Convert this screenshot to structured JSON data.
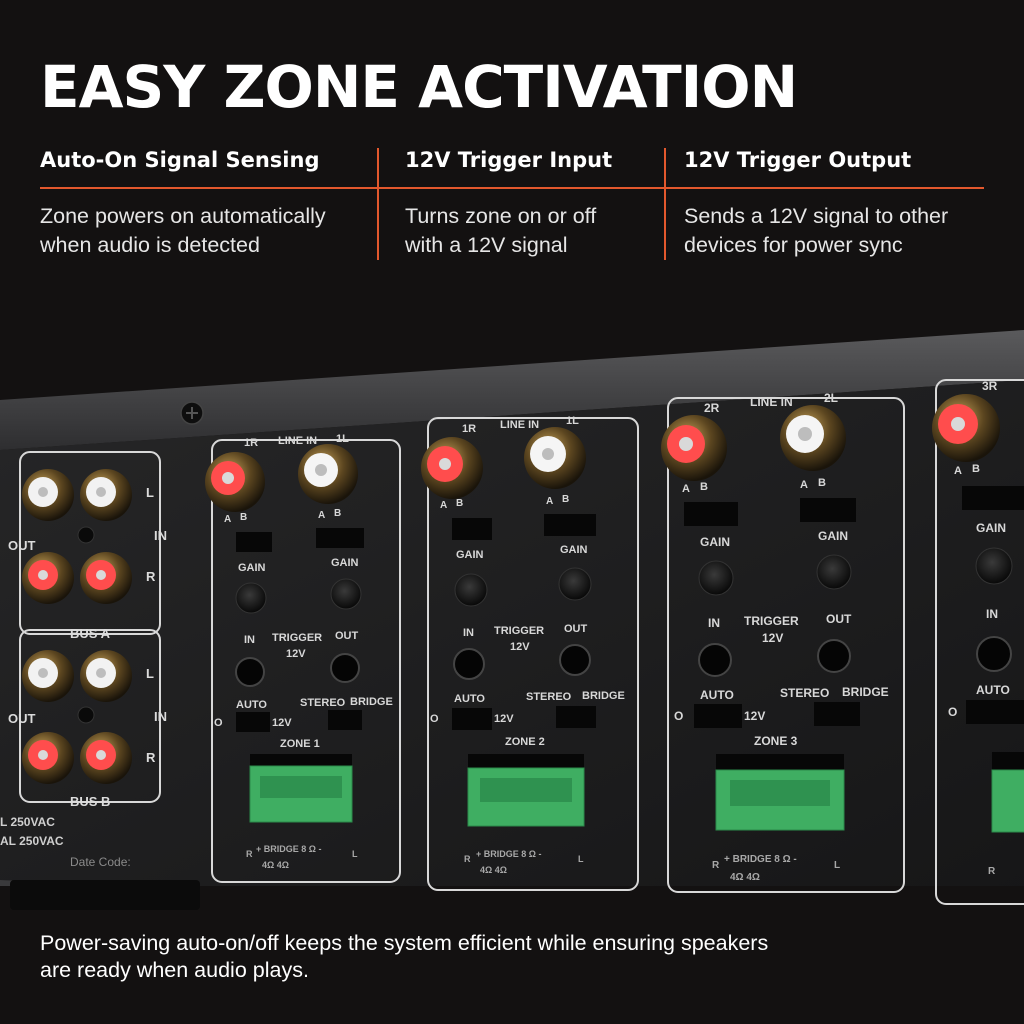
{
  "headline": "EASY ZONE ACTIVATION",
  "features": [
    {
      "title": "Auto-On Signal Sensing",
      "description_line1": "Zone powers on automatically",
      "description_line2": "when audio is detected"
    },
    {
      "title": "12V Trigger Input",
      "description_line1": "Turns zone on or off",
      "description_line2": "with a 12V signal"
    },
    {
      "title": "12V Trigger Output",
      "description_line1": "Sends a 12V signal to other",
      "description_line2": "devices for power sync"
    }
  ],
  "caption_line1": "Power-saving auto-on/off keeps the system efficient while ensuring speakers",
  "caption_line2": "are ready when audio plays.",
  "colors": {
    "accent": "#e3582d",
    "background": "#131111",
    "panel": "#1d1d1e",
    "terminal": "#3fae62",
    "jack_red": "#ff3c3c"
  },
  "panel": {
    "bus_labels": [
      "BUS A",
      "BUS B"
    ],
    "side_labels": {
      "out": "OUT",
      "in": "IN",
      "left": "L",
      "right": "R"
    },
    "voltage_lines": [
      "L 250VAC",
      "AL 250VAC"
    ],
    "date_code": "Date Code:",
    "zones": [
      {
        "name": "ZONE 1",
        "left_jack": "1R",
        "right_jack": "1L"
      },
      {
        "name": "ZONE 2",
        "left_jack": "1R",
        "right_jack": "1L"
      },
      {
        "name": "ZONE 3",
        "left_jack": "2R",
        "right_jack": "2L"
      },
      {
        "name": "",
        "left_jack": "3R",
        "right_jack": ""
      }
    ],
    "zone_labels": {
      "line_in": "LINE IN",
      "a": "A",
      "b": "B",
      "gain": "GAIN",
      "in": "IN",
      "trigger": "TRIGGER",
      "out": "OUT",
      "volts": "12V",
      "auto": "AUTO",
      "off": "O",
      "stereo": "STEREO",
      "bridge": "BRIDGE",
      "bridge_line": "+ BRIDGE 8 Ω -",
      "ohm_line": "4Ω    4Ω",
      "r": "R",
      "l": "L"
    }
  }
}
